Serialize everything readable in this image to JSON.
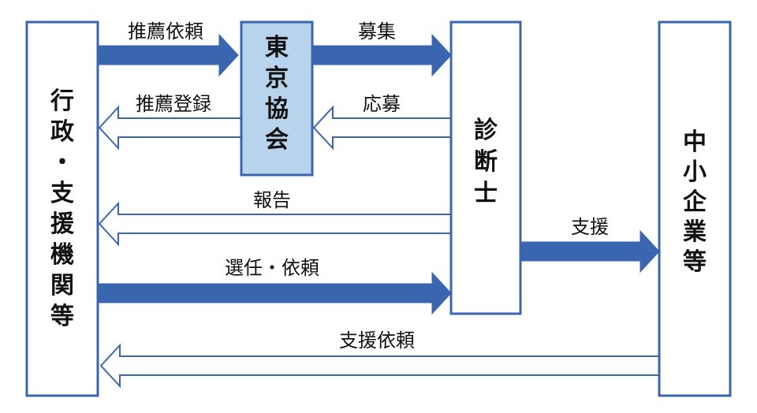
{
  "colors": {
    "node_border": "#3A66B0",
    "node_fill": "#FFFFFF",
    "highlight_fill": "#B8D3EC",
    "arrow_solid": "#3A66B0",
    "arrow_outline": "#3A66B0",
    "text": "#111111"
  },
  "nodes": {
    "gyosei": {
      "label": "行政・支援機関等"
    },
    "tokyo": {
      "label": "東京協会"
    },
    "shindanshi": {
      "label": "診断士"
    },
    "chusho": {
      "label": "中小企業等"
    }
  },
  "edges": {
    "suisen_irai": {
      "label": "推薦依頼",
      "from": "gyosei",
      "to": "tokyo",
      "style": "solid"
    },
    "boshu": {
      "label": "募集",
      "from": "tokyo",
      "to": "shindanshi",
      "style": "solid"
    },
    "suisen_toroku": {
      "label": "推薦登録",
      "from": "tokyo",
      "to": "gyosei",
      "style": "outline"
    },
    "obo": {
      "label": "応募",
      "from": "shindanshi",
      "to": "tokyo",
      "style": "outline"
    },
    "hokoku": {
      "label": "報告",
      "from": "shindanshi",
      "to": "gyosei",
      "style": "outline"
    },
    "sennin_irai": {
      "label": "選任・依頼",
      "from": "gyosei",
      "to": "shindanshi",
      "style": "solid"
    },
    "shien": {
      "label": "支援",
      "from": "shindanshi",
      "to": "chusho",
      "style": "solid"
    },
    "shien_irai": {
      "label": "支援依頼",
      "from": "chusho",
      "to": "gyosei",
      "style": "outline"
    }
  }
}
